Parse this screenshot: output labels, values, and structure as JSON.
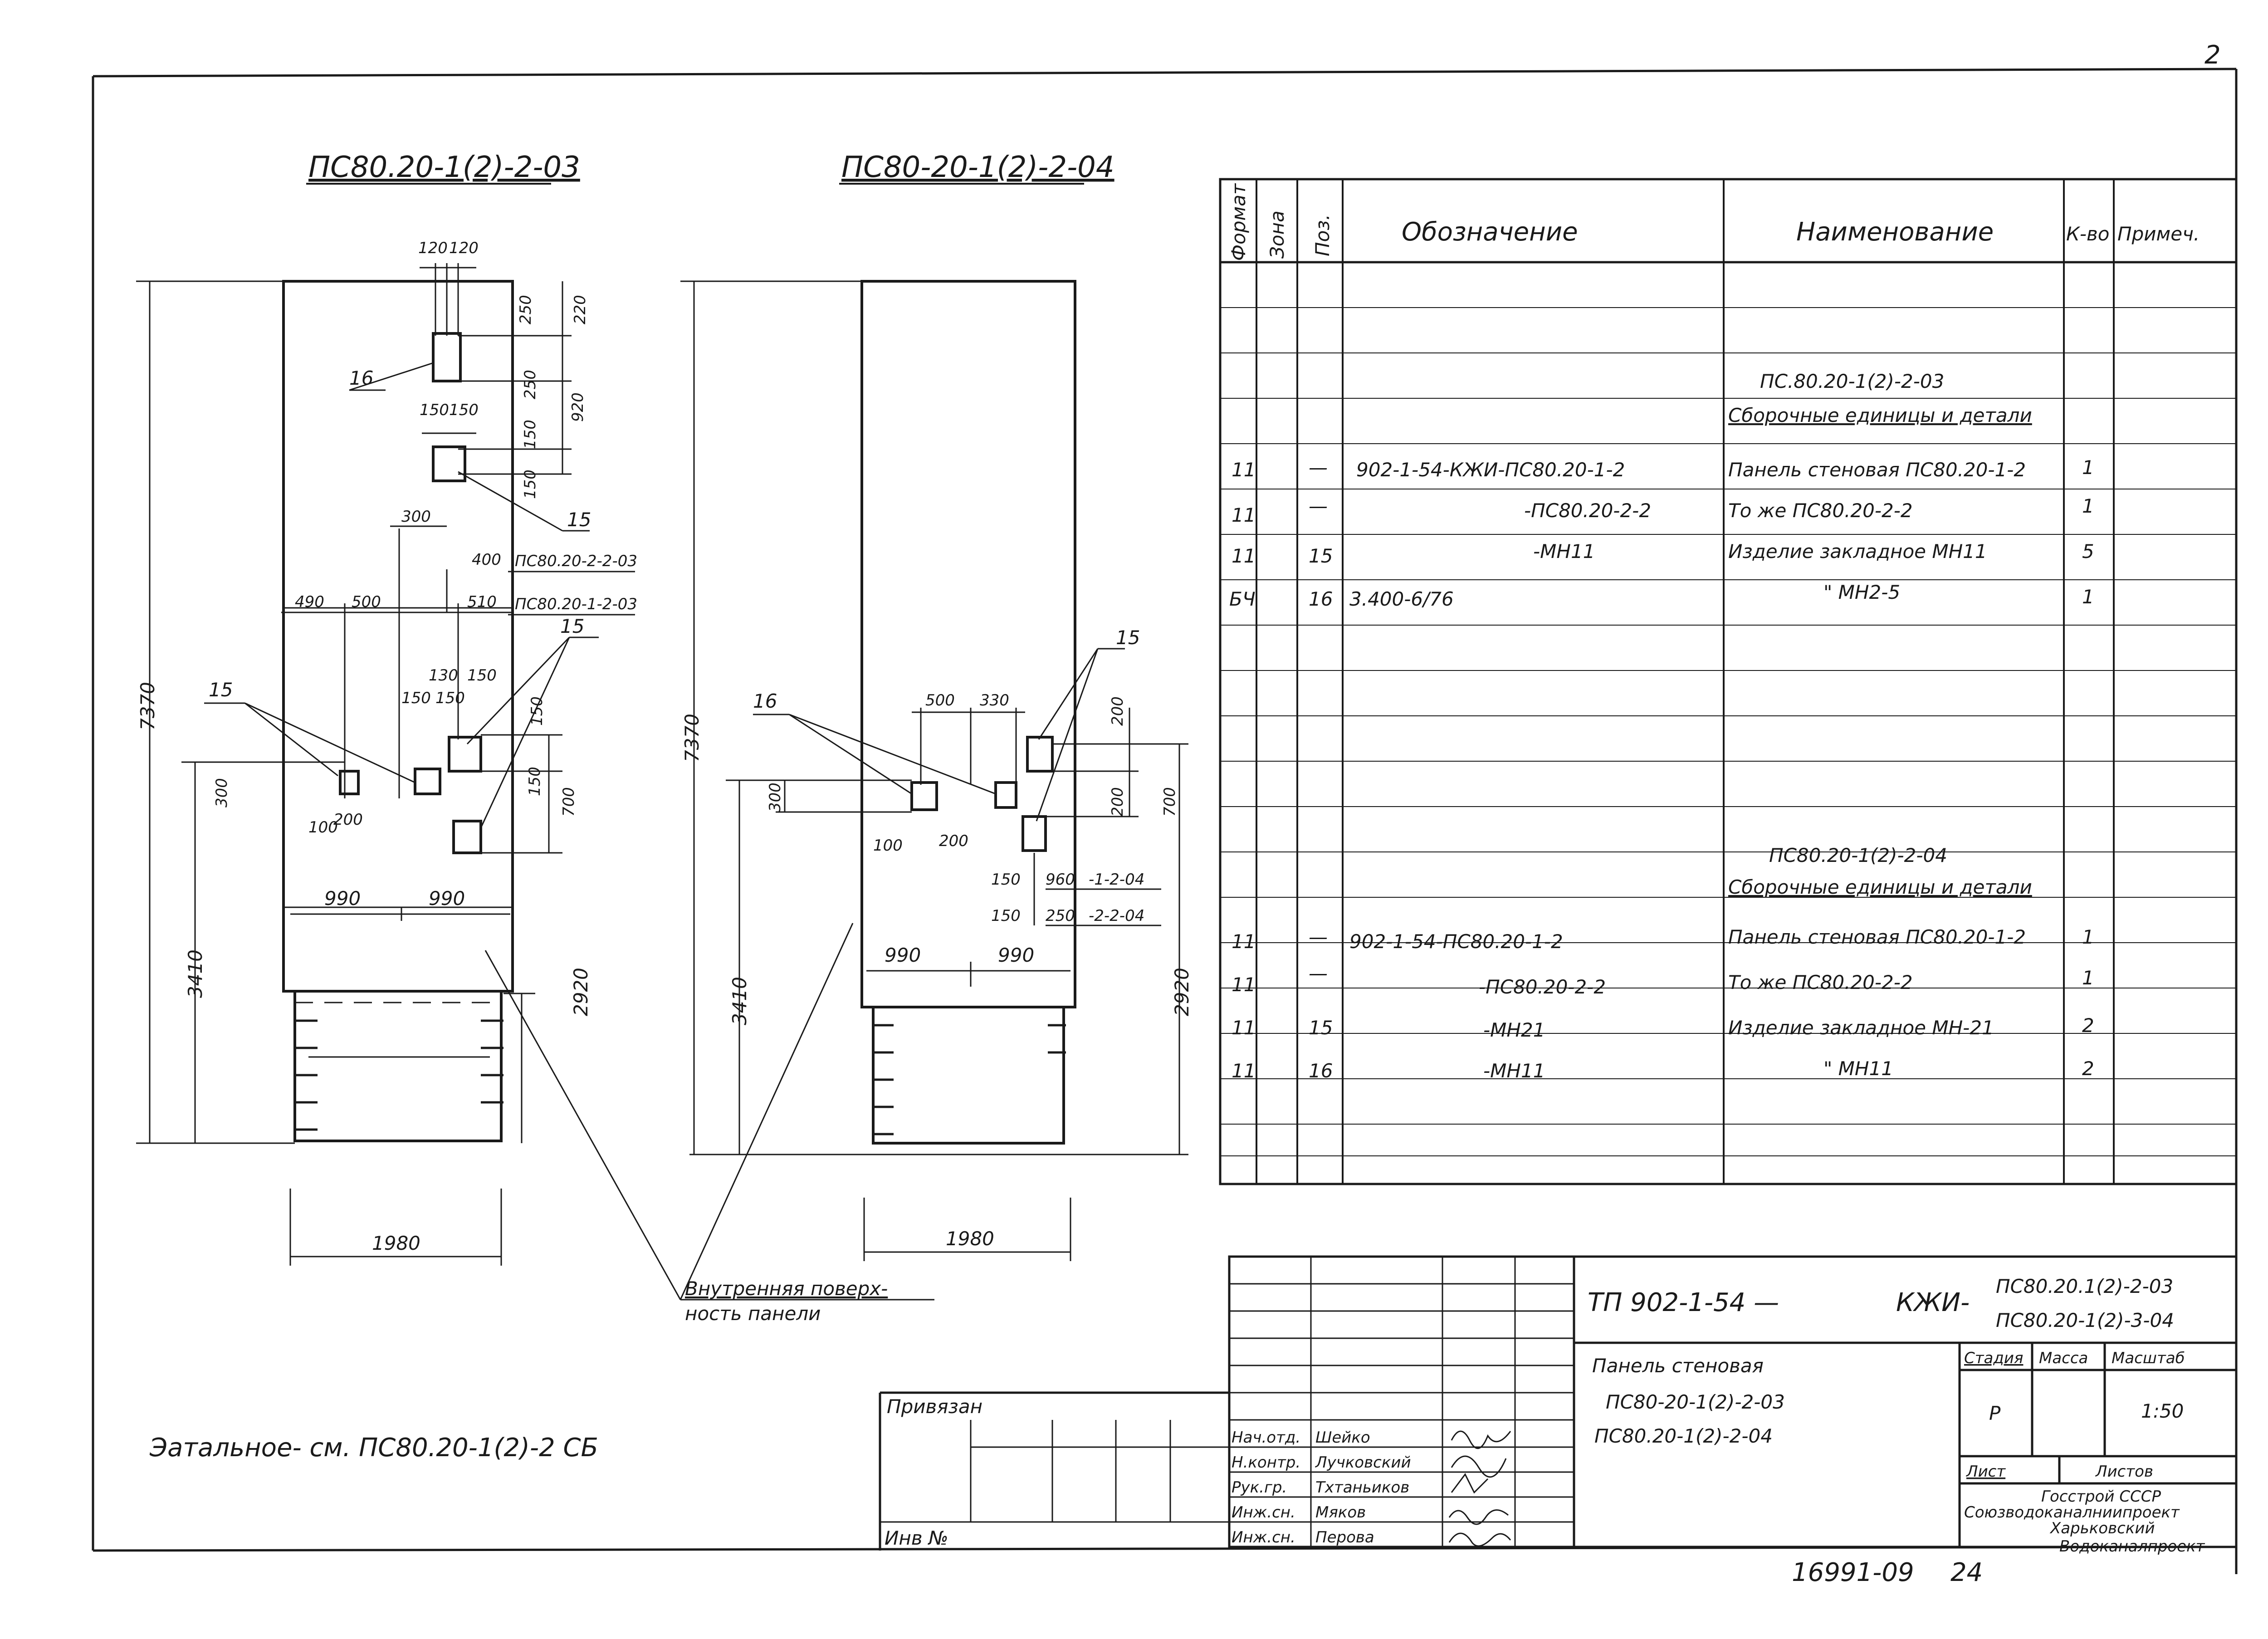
{
  "corner_number": "2",
  "left_view": {
    "title": "ПС80.20-1(2)-2-03",
    "dims": {
      "top_a": "120",
      "top_b": "120",
      "r1": "250",
      "r2": "220",
      "r3": "150",
      "r4": "250",
      "r5": "920",
      "r6": "150",
      "w150a": "150",
      "w150b": "150",
      "d300": "300",
      "d400": "400",
      "d490": "490",
      "d500": "500",
      "d510": "510",
      "d130": "130",
      "d150c": "150",
      "d150d": "150",
      "d150e": "150",
      "d150f": "150",
      "d300b": "300",
      "d100": "100",
      "d200": "200",
      "d700": "700",
      "d990a": "990",
      "d990b": "990",
      "total_h": "7370",
      "low_h": "3410",
      "low_h2": "2920",
      "width": "1980"
    },
    "labels": {
      "p15a": "15",
      "p15b": "15",
      "p15c": "15",
      "p16": "16",
      "ref1": "ПС80.20-2-2-03",
      "ref2": "ПС80.20-1-2-03"
    }
  },
  "right_view": {
    "title": "ПС80-20-1(2)-2-04",
    "dims": {
      "total_h": "7370",
      "low_h": "3410",
      "low_h2": "2920",
      "width": "1980",
      "d500": "500",
      "d330": "330",
      "d200a": "200",
      "d200b": "200",
      "d700": "700",
      "d300": "300",
      "d100": "100",
      "d200c": "200",
      "d150a": "150",
      "d150b": "150",
      "d960": "960",
      "d250": "250",
      "d990a": "990",
      "d990b": "990"
    },
    "labels": {
      "p15": "15",
      "p16": "16",
      "ref1": "-1-2-04",
      "ref2": "-2-2-04"
    }
  },
  "leader_note": {
    "line1": "Внутренняя поверх-",
    "line2": "ность панели"
  },
  "detail_note": "Эатальное- см. ПС80.20-1(2)-2 СБ",
  "spec_table": {
    "headers": {
      "format": "Формат",
      "zone": "Зона",
      "pos": "Поз.",
      "designation": "Обозначение",
      "name": "Наименование",
      "qty": "К-во",
      "note": "Примеч."
    },
    "section1_title": "ПС.80.20-1(2)-2-03",
    "section1_sub": "Сборочные единицы и детали",
    "rows1": [
      {
        "format": "11",
        "pos": "—",
        "designation": "902-1-54-КЖИ-ПС80.20-1-2",
        "name": "Панель стеновая ПС80.20-1-2",
        "qty": "1"
      },
      {
        "format": "11",
        "pos": "—",
        "designation": "-ПС80.20-2-2",
        "name": "То же ПС80.20-2-2",
        "qty": "1"
      },
      {
        "format": "11",
        "pos": "15",
        "designation": "-МН11",
        "name": "Изделие закладное МН11",
        "qty": "5"
      },
      {
        "format": "БЧ",
        "pos": "16",
        "designation": "3.400-6/76",
        "name": "\"  МН2-5",
        "qty": "1"
      }
    ],
    "section2_title": "ПС80.20-1(2)-2-04",
    "section2_sub": "Сборочные единицы и детали",
    "rows2": [
      {
        "format": "11",
        "pos": "—",
        "designation": "902-1-54-ПС80.20-1-2",
        "name": "Панель стеновая ПС80.20-1-2",
        "qty": "1"
      },
      {
        "format": "11",
        "pos": "—",
        "designation": "-ПС80.20-2-2",
        "name": "То же ПС80.20-2-2",
        "qty": "1"
      },
      {
        "format": "11",
        "pos": "15",
        "designation": "-МН21",
        "name": "Изделие закладное МН-21",
        "qty": "2"
      },
      {
        "format": "11",
        "pos": "16",
        "designation": "-МН11",
        "name": "\"  МН11",
        "qty": "2"
      }
    ]
  },
  "title_block": {
    "code_left": "ТП 902-1-54 —",
    "code_mid": "КЖИ-",
    "code_r1": "ПС80.20.1(2)-2-03",
    "code_r2": "ПС80.20-1(2)-3-04",
    "name1": "Панель стеновая",
    "name2": "ПС80-20-1(2)-2-03",
    "name3": "ПС80.20-1(2)-2-04",
    "stage_h": "Стадия",
    "mass_h": "Масса",
    "scale_h": "Масштаб",
    "stage": "Р",
    "scale": "1:50",
    "sheet_h": "Лист",
    "sheets_h": "Листов",
    "org1": "Госстрой СССР",
    "org2": "Союзводоканалниипроект",
    "org3": "Харьковский",
    "org4": "Водоканалпроект",
    "privyazan": "Привязан",
    "inv": "Инв №",
    "roles": [
      "Нач.отд.",
      "Н.контр.",
      "Рук.гр.",
      "Инж.сн.",
      "Инж.сн."
    ],
    "names": [
      "Шейко",
      "Лучковский",
      "Тхтаньиков",
      "Мяков",
      "Перова"
    ],
    "doc_number": "16991-09",
    "doc_page": "24"
  }
}
